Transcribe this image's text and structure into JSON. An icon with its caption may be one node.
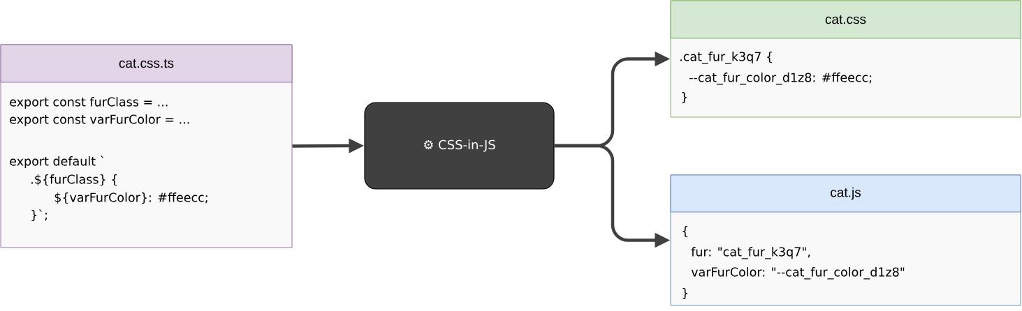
{
  "diagram": {
    "nodes": [
      {
        "text": [
          "cat.css.ts",
          "export const furClass = ...",
          "export const varFurColor = ...",
          "export default `",
          ".${furClass} {",
          "${varFurColor}: #ffeecc;",
          "}`;"
        ]
      },
      {
        "text": [
          "⚙ CSS-in-JS"
        ]
      },
      {
        "text": [
          "cat.css",
          ".cat_fur_k3q7 {",
          "--cat_fur_color_d1z8: #ffeecc;",
          "}"
        ]
      },
      {
        "text": [
          "cat.js",
          "{",
          "fur: \"cat_fur_k3q7\",",
          "varFurColor: \"--cat_fur_color_d1z8\"",
          "}"
        ]
      }
    ],
    "edges": [
      {
        "from": 0,
        "to": 1,
        "arrow": "to"
      },
      {
        "from": 1,
        "to": 2,
        "arrow": "to"
      },
      {
        "from": 1,
        "to": 3,
        "arrow": "to"
      }
    ]
  }
}
